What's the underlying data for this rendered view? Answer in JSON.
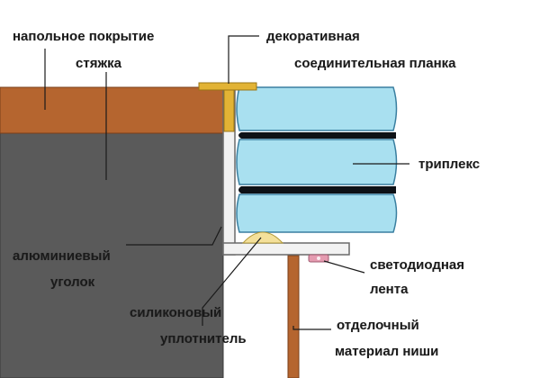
{
  "labels": {
    "floor_covering": "напольное покрытие",
    "screed": "стяжка",
    "decorative_strip_line1": "декоративная",
    "decorative_strip_line2": "соединительная планка",
    "triplex": "триплекс",
    "aluminum_corner_line1": "алюминиевый",
    "aluminum_corner_line2": "уголок",
    "led_strip_line1": "светодиодная",
    "led_strip_line2": "лента",
    "silicone_seal_line1": "силиконовый",
    "silicone_seal_line2": "уплотнитель",
    "finishing_material_line1": "отделочный",
    "finishing_material_line2": "материал ниши"
  },
  "colors": {
    "floor_covering": "#b5652f",
    "screed": "#5a5a5a",
    "glass": "#a9e0f0",
    "glass_edge": "#3a7fa0",
    "interlayer": "#0e1116",
    "aluminum": "#f2f2f2",
    "aluminum_edge": "#6a6a6a",
    "decorative_strip": "#e2b335",
    "silicone": "#f4e09a",
    "led": "#e59bb0",
    "niche_trim": "#b5652f",
    "leader": "#1a1a1a"
  }
}
